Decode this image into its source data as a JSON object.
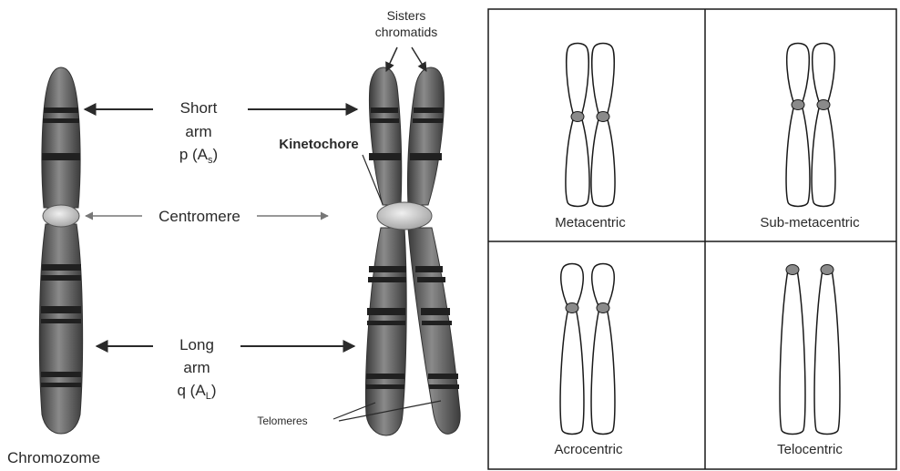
{
  "left_diagram": {
    "sisters_chromatids": [
      "Sisters",
      "chromatids"
    ],
    "short_arm": [
      "Short",
      "arm",
      "p (A",
      "s",
      ")"
    ],
    "kinetochore": "Kinetochore",
    "centromere": "Centromere",
    "long_arm": [
      "Long",
      "arm",
      "q (A",
      "L",
      ")"
    ],
    "telomeres": "Telomeres",
    "chromosome_caption": "Chromozome"
  },
  "types_panel": {
    "cells": [
      {
        "label": "Metacentric"
      },
      {
        "label": "Sub-metacentric"
      },
      {
        "label": "Acrocentric"
      },
      {
        "label": "Telocentric"
      }
    ]
  },
  "colors": {
    "chromatid_fill": "#6f6f6f",
    "band": "#202020",
    "centromere_fill": "#c8c8c8",
    "line": "#1a1a1a",
    "text": "#2a2a2a"
  }
}
